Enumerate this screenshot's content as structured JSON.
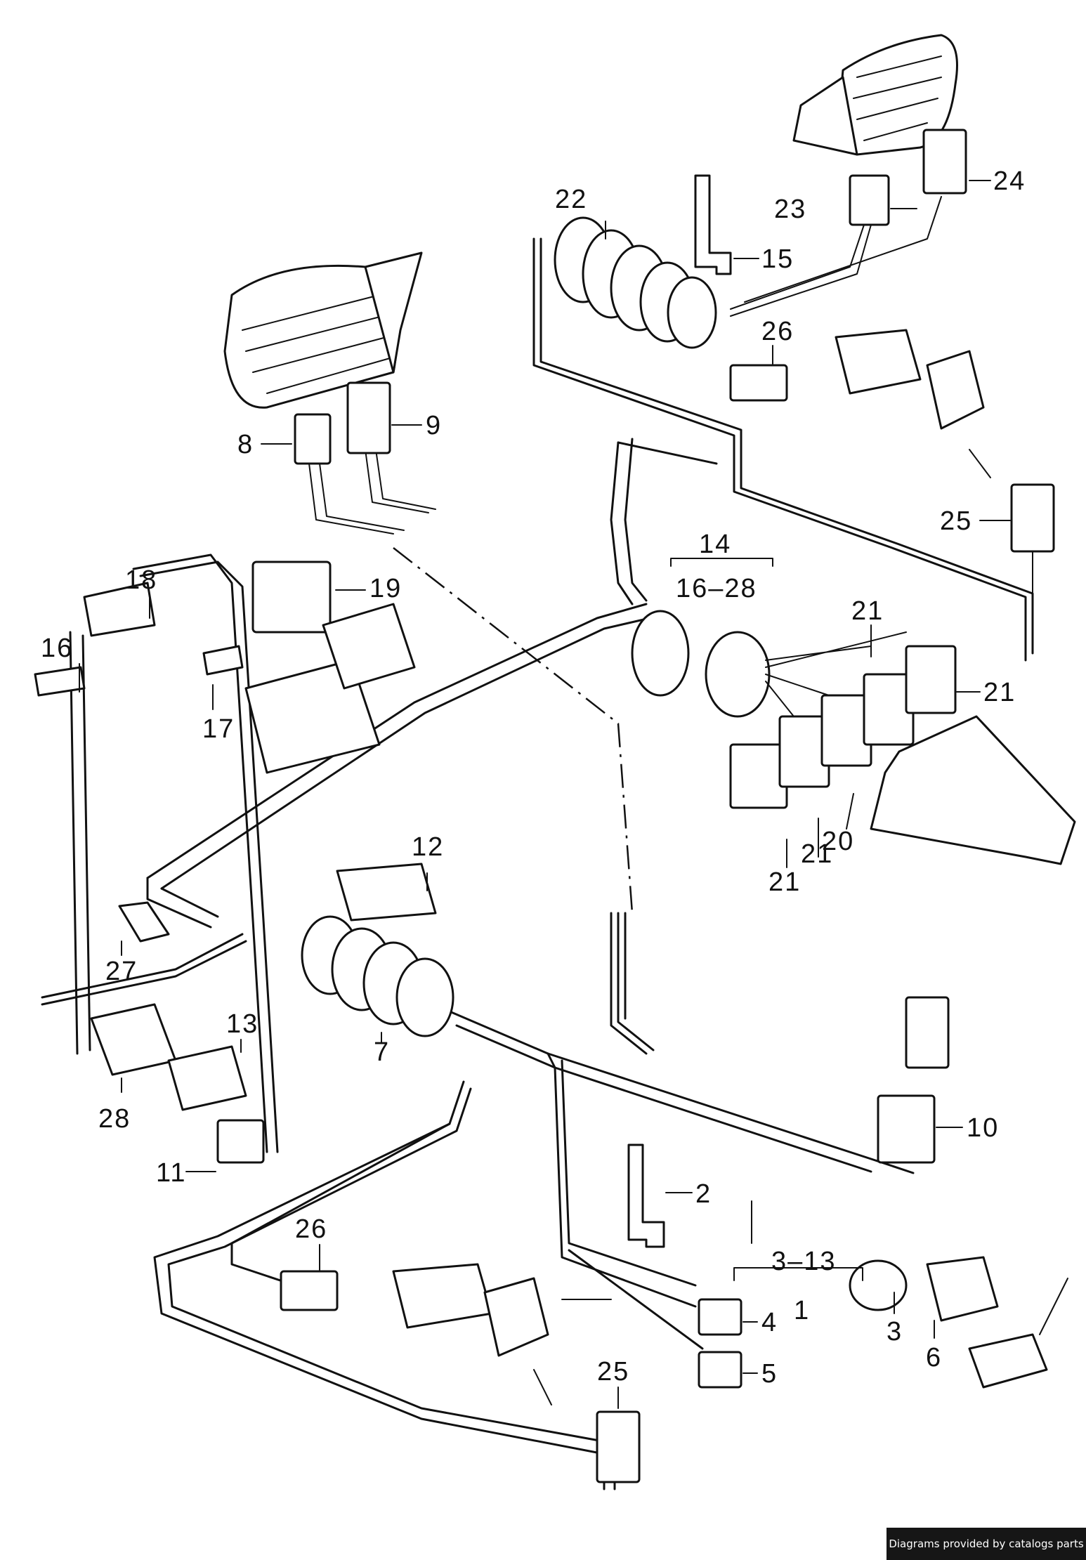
{
  "callouts": {
    "c1": "1",
    "c2": "2",
    "c3": "3",
    "c3_13": "3–13",
    "c4": "4",
    "c5": "5",
    "c6": "6",
    "c7": "7",
    "c8": "8",
    "c9": "9",
    "c10": "10",
    "c11": "11",
    "c12": "12",
    "c13": "13",
    "c14": "14",
    "c15": "15",
    "c16a": "16",
    "c16_28": "16–28",
    "c17": "17",
    "c18": "18",
    "c19": "19",
    "c20": "20",
    "c21a": "21",
    "c21b": "21",
    "c21c": "21",
    "c21d": "21",
    "c22": "22",
    "c23": "23",
    "c24": "24",
    "c25a": "25",
    "c25b": "25",
    "c26a": "26",
    "c26b": "26",
    "c27": "27",
    "c28": "28"
  },
  "credit": "Diagrams provided by catalogs parts"
}
